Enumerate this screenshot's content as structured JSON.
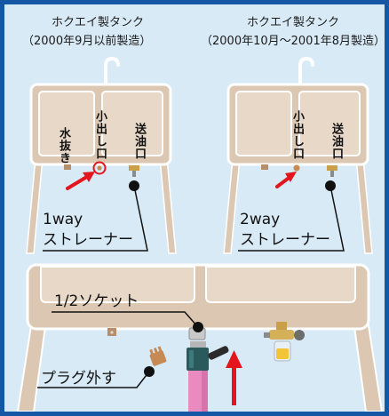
{
  "colors": {
    "frame": "#1557a5",
    "panel": "#d9eaf7",
    "tank": "#dcc8b2",
    "tank_outline": "#ffffff",
    "arrow_red": "#e3161d",
    "pink_pipe": "#e98bbf",
    "dark_teal": "#2a5a5c",
    "gold": "#d9a62a",
    "callout_dot": "#111111"
  },
  "tank_left": {
    "title_line1": "ホクエイ製タンク",
    "title_line2": "（2000年9月以前製造）",
    "compartment_water": "水抜き",
    "compartment_outlet": "小出し口",
    "compartment_feed": "送油口",
    "strainer_line1": "1way",
    "strainer_line2": "ストレーナー"
  },
  "tank_right": {
    "title_line1": "ホクエイ製タンク",
    "title_line2": "（2000年10月～2001年8月製造）",
    "compartment_outlet": "小出し口",
    "compartment_feed": "送油口",
    "strainer_line1": "2way",
    "strainer_line2": "ストレーナー"
  },
  "bottom": {
    "socket_label": "1/2ソケット",
    "plug_label": "プラグ外す"
  }
}
